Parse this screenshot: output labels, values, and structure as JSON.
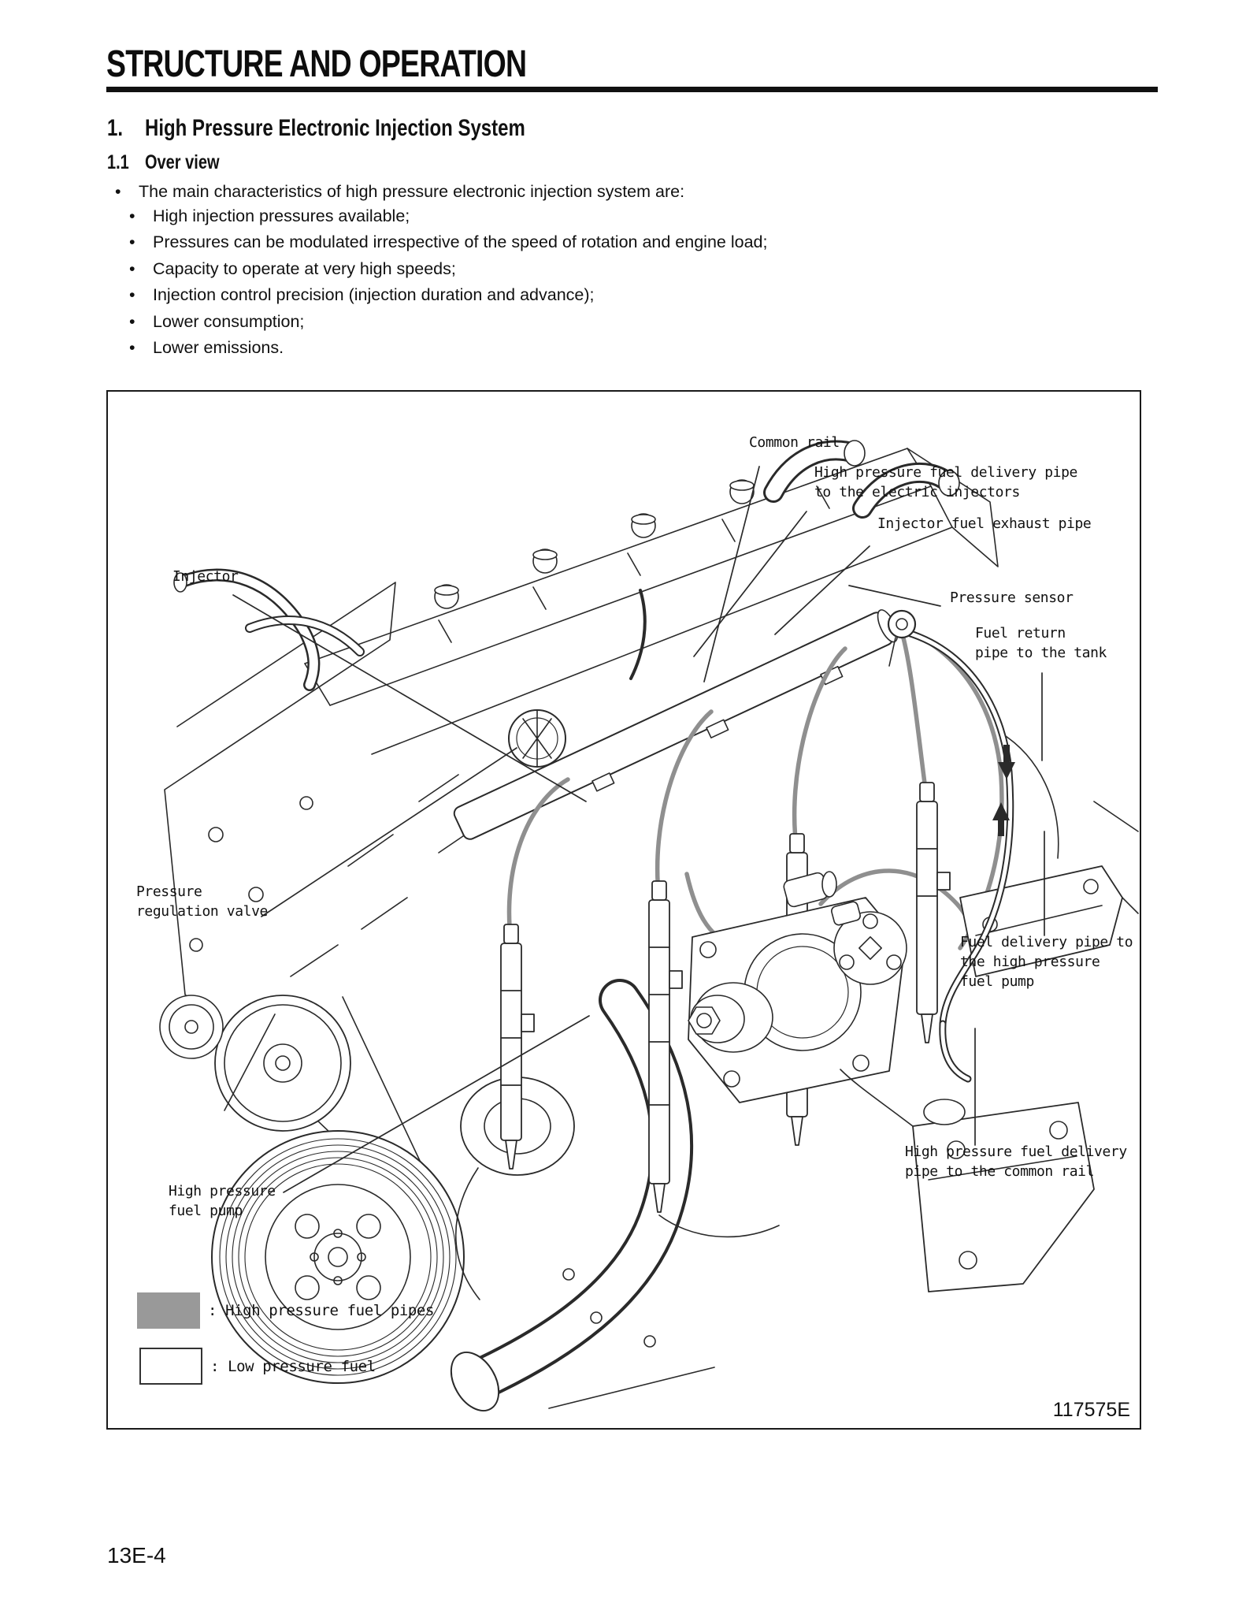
{
  "page": {
    "title": "STRUCTURE AND OPERATION",
    "page_number": "13E-4"
  },
  "section": {
    "number": "1.",
    "title": "High Pressure Electronic Injection System"
  },
  "subsection": {
    "number": "1.1",
    "title": "Over view"
  },
  "overview": {
    "lead": "The main characteristics of high pressure electronic injection system are:",
    "bullets": [
      "High injection pressures available;",
      "Pressures can be modulated irrespective of the speed of rotation and engine load;",
      "Capacity to operate at very high speeds;",
      "Injection control precision (injection duration and advance);",
      "Lower consumption;",
      "Lower emissions."
    ]
  },
  "figure": {
    "code": "117575E",
    "callouts": [
      {
        "id": "common-rail",
        "lines": [
          "Common rail"
        ]
      },
      {
        "id": "hp-delivery-pipe-injectors",
        "lines": [
          "High pressure fuel delivery pipe",
          "to the electric injectors"
        ]
      },
      {
        "id": "injector-fuel-exhaust-pipe",
        "lines": [
          "Injector fuel exhaust pipe"
        ]
      },
      {
        "id": "injector",
        "lines": [
          "Injector"
        ]
      },
      {
        "id": "pressure-sensor",
        "lines": [
          "Pressure sensor"
        ]
      },
      {
        "id": "fuel-return-pipe-tank",
        "lines": [
          "Fuel return",
          "pipe to the tank"
        ]
      },
      {
        "id": "pressure-regulation-valve",
        "lines": [
          "Pressure",
          "regulation valve"
        ]
      },
      {
        "id": "fuel-delivery-pipe-hp-pump",
        "lines": [
          "Fuel delivery pipe to",
          "the high pressure",
          "fuel pump"
        ]
      },
      {
        "id": "hp-delivery-pipe-common-rail",
        "lines": [
          "High pressure fuel delivery",
          "pipe to the common rail"
        ]
      },
      {
        "id": "hp-fuel-pump",
        "lines": [
          "High pressure",
          "fuel pump"
        ]
      }
    ],
    "legend": [
      {
        "label": ": High pressure fuel pipes",
        "swatch_color": "#999999"
      },
      {
        "label": ": Low pressure fuel",
        "swatch_color": "#ffffff"
      }
    ],
    "colors": {
      "high_pressure_pipe": "#8f8f8f",
      "line_art": "#2a2a2a"
    }
  }
}
